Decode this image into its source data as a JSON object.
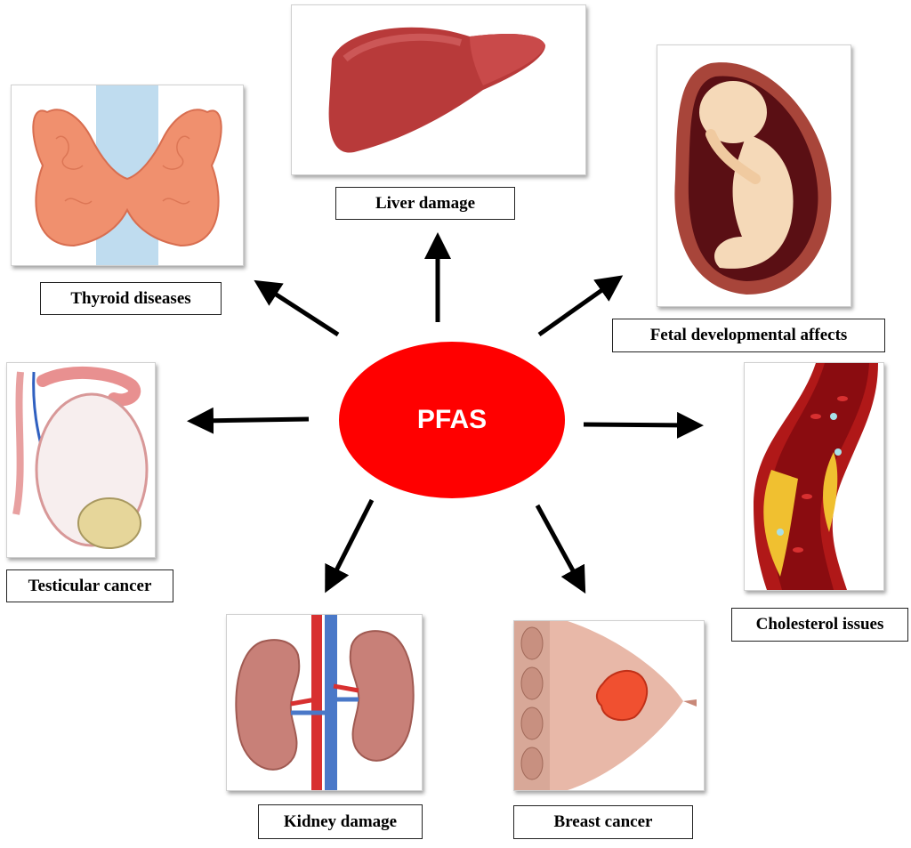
{
  "center": {
    "label": "PFAS",
    "color": "#ff0000"
  },
  "effects": [
    {
      "id": "liver",
      "label": "Liver damage",
      "icon": "liver-icon"
    },
    {
      "id": "thyroid",
      "label": "Thyroid diseases",
      "icon": "thyroid-icon"
    },
    {
      "id": "fetal",
      "label": "Fetal developmental affects",
      "icon": "fetus-icon"
    },
    {
      "id": "testicular",
      "label": "Testicular cancer",
      "icon": "testis-icon"
    },
    {
      "id": "cholesterol",
      "label": "Cholesterol issues",
      "icon": "artery-icon"
    },
    {
      "id": "kidney",
      "label": "Kidney damage",
      "icon": "kidney-icon"
    },
    {
      "id": "breast",
      "label": "Breast cancer",
      "icon": "breast-icon"
    }
  ]
}
